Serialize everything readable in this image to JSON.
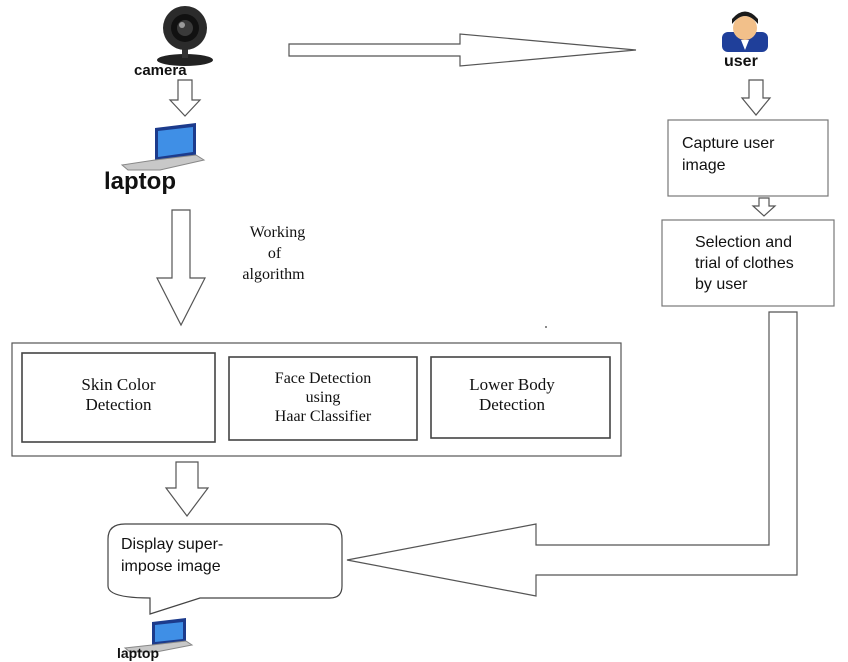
{
  "nodes": {
    "camera": {
      "label": "camera"
    },
    "laptop_top": {
      "label": "laptop"
    },
    "user": {
      "label": "user"
    },
    "working": {
      "lines": [
        "Working",
        "of",
        "algorithm"
      ]
    },
    "capture": {
      "lines": [
        "Capture user",
        "image"
      ]
    },
    "selection": {
      "lines": [
        "Selection and",
        "trial of clothes",
        "by user"
      ]
    },
    "skin": {
      "lines": [
        "Skin Color",
        "Detection"
      ]
    },
    "face": {
      "lines": [
        "Face Detection",
        "using",
        "Haar Classifier"
      ]
    },
    "lower": {
      "lines": [
        "Lower Body",
        "Detection"
      ]
    },
    "display": {
      "lines": [
        "Display super-",
        "impose image"
      ]
    },
    "laptop_bottom": {
      "label": "laptop"
    }
  },
  "icons": {
    "camera": "webcam-icon",
    "user": "user-avatar-icon",
    "laptop": "laptop-icon"
  }
}
